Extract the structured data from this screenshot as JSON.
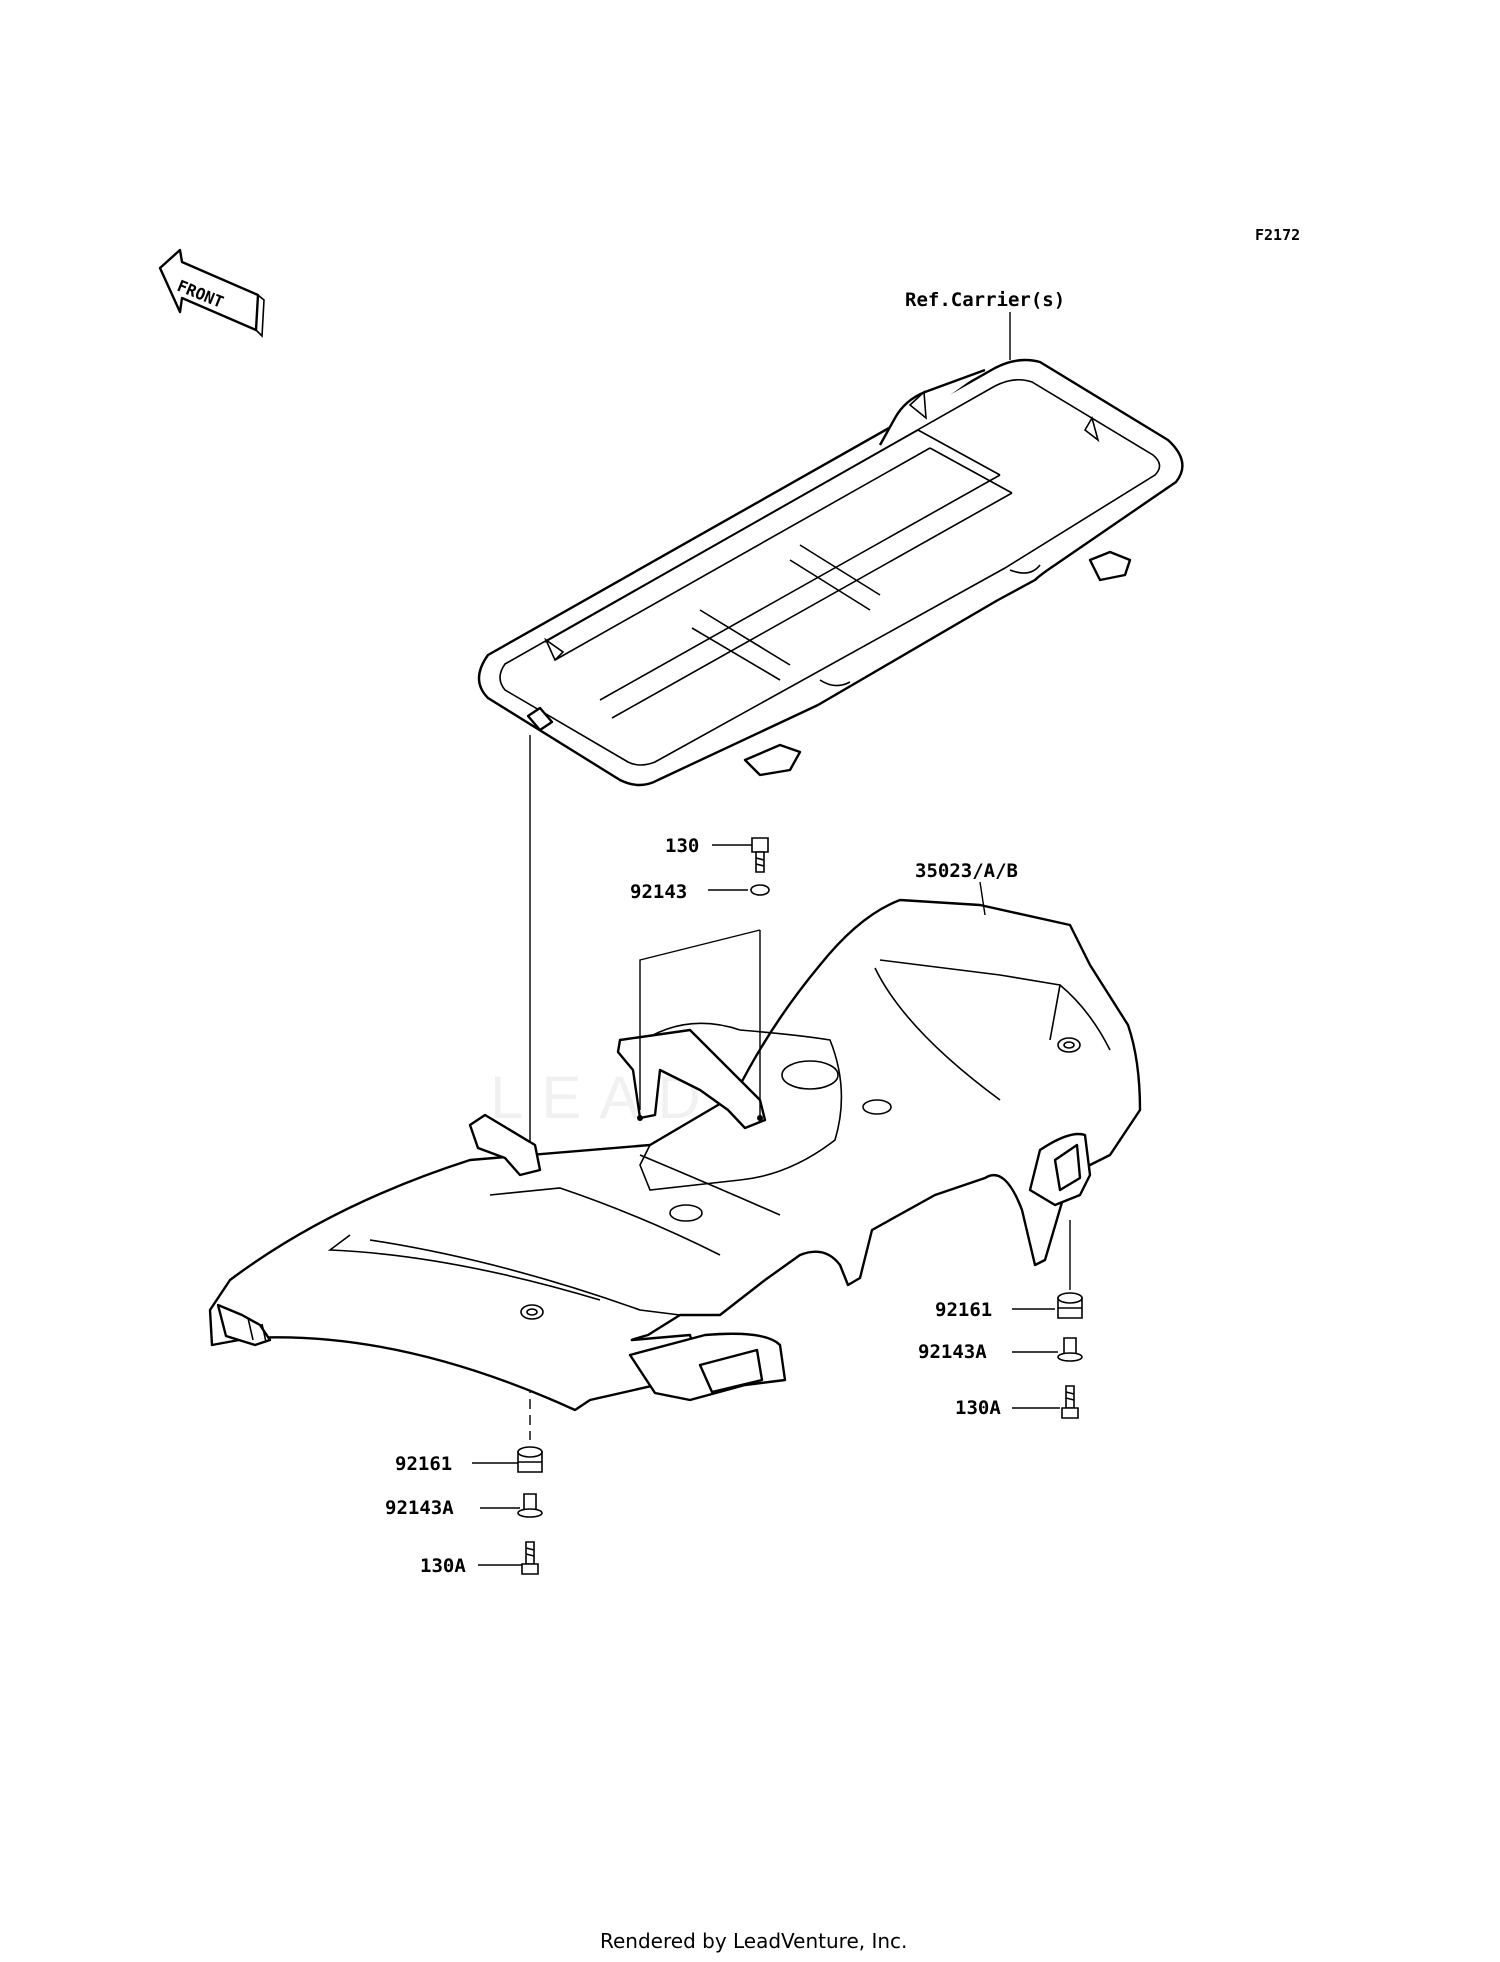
{
  "figure_code": "F2172",
  "front_label": "FRONT",
  "watermark": "LEADVENTURE",
  "footer": "Rendered by LeadVenture, Inc.",
  "callouts": {
    "carrier_ref": "Ref.Carrier(s)",
    "fender": "35023/A/B",
    "bolt_top": "130",
    "washer_top": "92143",
    "grommet_right": "92161",
    "collar_right": "92143A",
    "bolt_right": "130A",
    "grommet_left": "92161",
    "collar_left": "92143A",
    "bolt_left": "130A"
  }
}
